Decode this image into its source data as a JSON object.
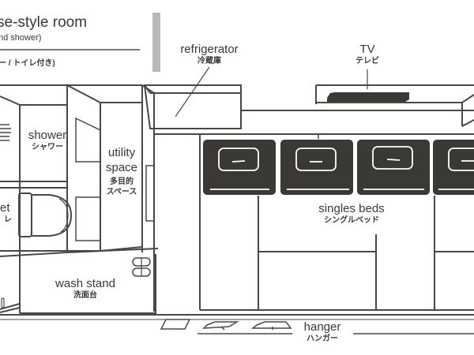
{
  "header": {
    "title": "se-style room",
    "subtitle": "nd shower)",
    "subtitle_jp": "ー / トイレ付き)"
  },
  "labels": {
    "refrigerator": {
      "en": "refrigerator",
      "jp": "冷蔵庫"
    },
    "tv": {
      "en": "TV",
      "jp": "テレビ"
    },
    "shower": {
      "en": "shower",
      "jp": "シャワー"
    },
    "utility": {
      "en1": "utility",
      "en2": "space",
      "jp1": "多目的",
      "jp2": "スペース"
    },
    "toilet": {
      "en": "et",
      "jp": "レ"
    },
    "beds": {
      "en": "singles beds",
      "jp": "シングルベッド"
    },
    "wash": {
      "en": "wash stand",
      "jp": "洗面台"
    },
    "hanger": {
      "en": "hanger",
      "jp": "ハンガー"
    }
  },
  "colors": {
    "line": "#4a4845",
    "fill_dark": "#3b3935",
    "gray_bar": "#b8b8b8"
  }
}
